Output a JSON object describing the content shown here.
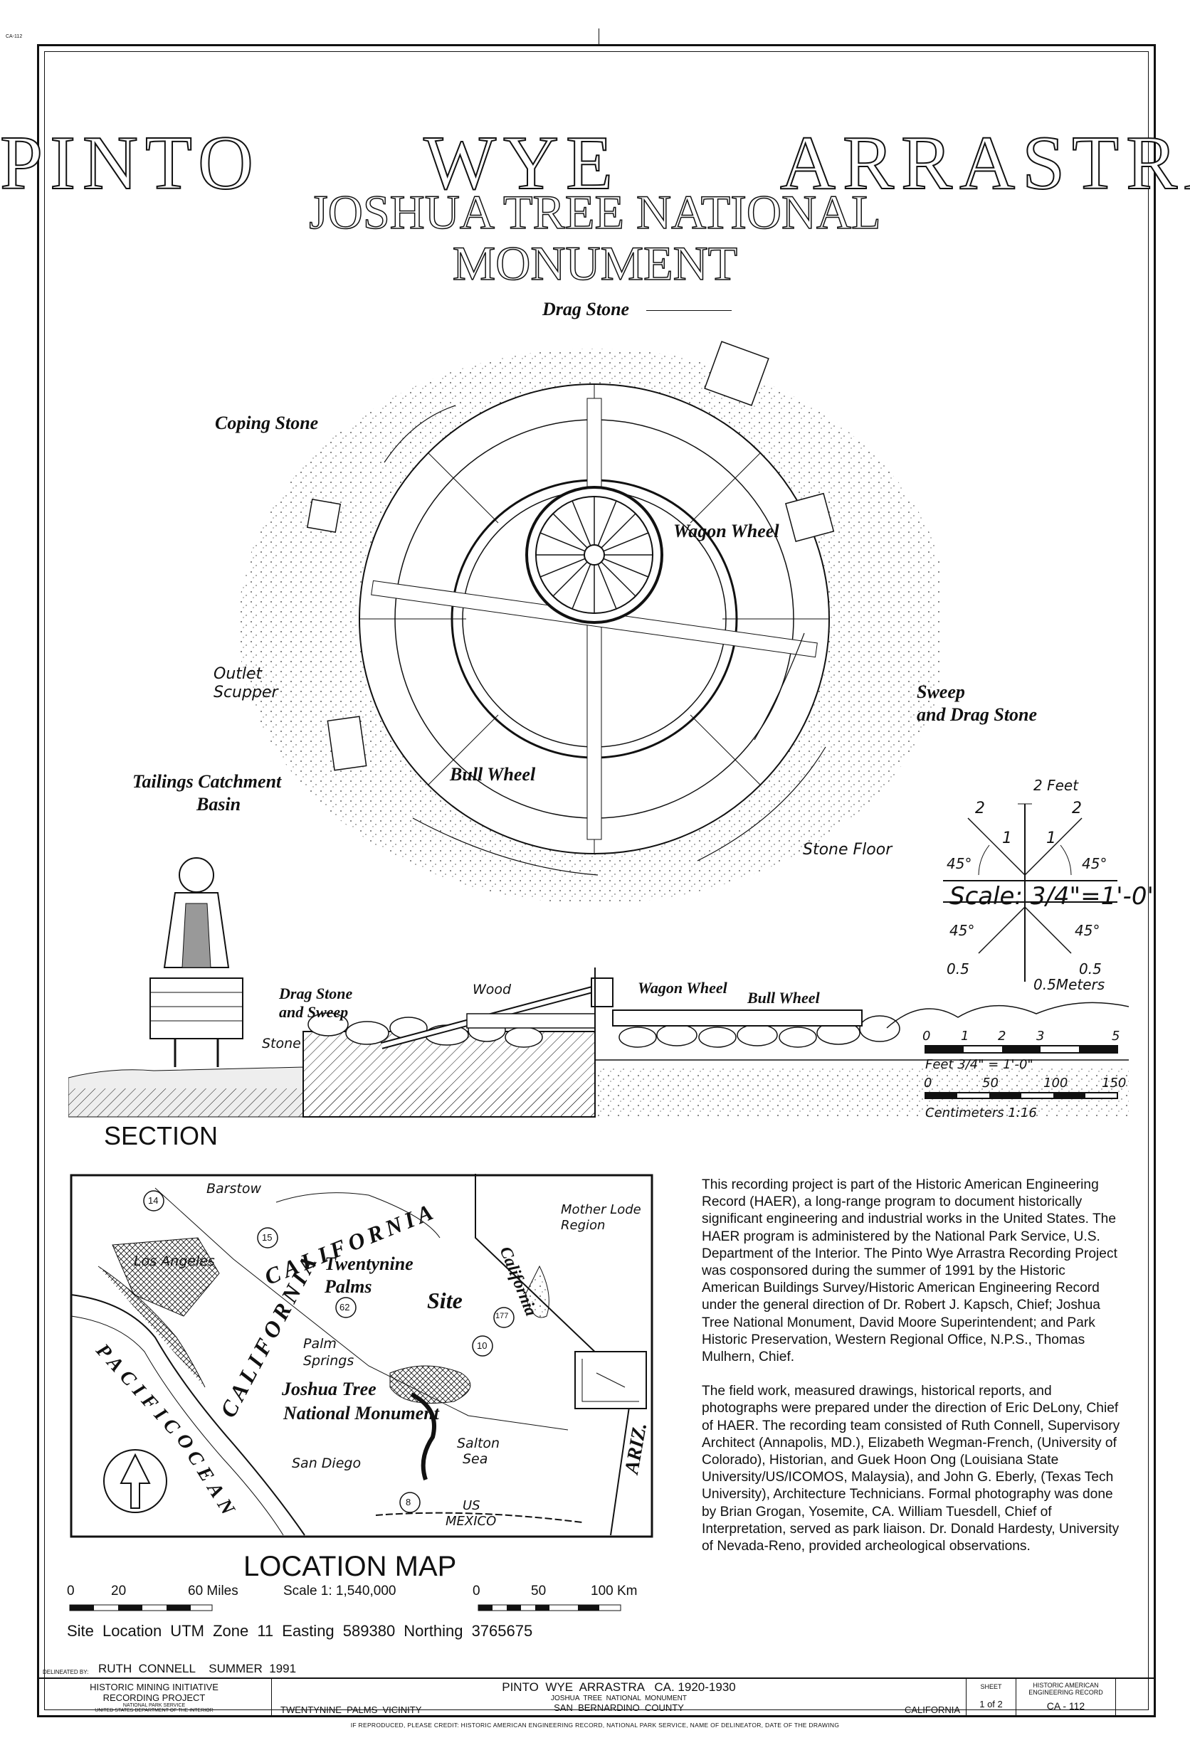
{
  "sheet": {
    "title_line1": "PINTO   WYE   ARRASTRA",
    "title_line2": "JOSHUA TREE NATIONAL",
    "title_line3": "MONUMENT",
    "corner_tag": "CA-112"
  },
  "plan_labels": {
    "drag_stone": "Drag Stone",
    "coping_stone": "Coping Stone",
    "wagon_wheel": "Wagon Wheel",
    "outlet_scupper_1": "Outlet",
    "outlet_scupper_2": "Scupper",
    "sweep_1": "Sweep",
    "sweep_2": "and Drag Stone",
    "tailings_1": "Tailings Catchment",
    "tailings_2": "Basin",
    "bull_wheel": "Bull Wheel",
    "stone_floor": "Stone Floor"
  },
  "section_labels": {
    "drag_stone_sweep_1": "Drag Stone",
    "drag_stone_sweep_2": "and Sweep",
    "wood": "Wood",
    "wagon_wheel": "Wagon Wheel",
    "bull_wheel": "Bull Wheel",
    "stone": "Stone",
    "section_title": "SECTION"
  },
  "scale_compass": {
    "top_label": "2 Feet",
    "l2": "2",
    "r2": "2",
    "l1": "1",
    "r1": "1",
    "l45": "45°",
    "r45": "45°",
    "scale_text": "Scale: 3/4\"=1'-0\"",
    "bl45": "45°",
    "br45": "45°",
    "bl05": "0.5",
    "br05": "0.5",
    "meters": "0.5Meters"
  },
  "bar_scale": {
    "feet_ticks": [
      "0",
      "1",
      "2",
      "3",
      "5"
    ],
    "feet_label": "Feet 3/4\" = 1'-0\"",
    "cm_ticks": [
      "0",
      "50",
      "100",
      "150"
    ],
    "cm_label": "Centimeters  1:16"
  },
  "location_map": {
    "title": "LOCATION MAP",
    "places": {
      "barstow": "Barstow",
      "los_angeles": "Los Angeles",
      "california_big": "CALIFORNIA",
      "california_arc": "CALIFORNIA",
      "twentynine": "Twentynine",
      "palms": "Palms",
      "site": "Site",
      "palm_springs_1": "Palm",
      "palm_springs_2": "Springs",
      "jt1": "Joshua Tree",
      "jt2": "National Monument",
      "salton_1": "Salton",
      "salton_2": "Sea",
      "san_diego": "San Diego",
      "pacific": "PACIFIC",
      "ocean": "OCEAN",
      "us": "US",
      "mexico": "MEXICO",
      "ariz": "ARIZ.",
      "california_state": "California",
      "mother_lode_1": "Mother Lode",
      "mother_lode_2": "Region"
    },
    "routes": [
      "14",
      "15",
      "62",
      "177",
      "10",
      "8"
    ],
    "scale_miles": [
      "0",
      "20",
      "60 Miles"
    ],
    "scale_ratio": "Scale  1: 1,540,000",
    "scale_km": [
      "0",
      "50",
      "100 Km"
    ],
    "utm": "Site Location  UTM  Zone 11  Easting  589380  Northing  3765675"
  },
  "description": {
    "p1": "This recording project is part of the Historic American Engineering Record (HAER), a long-range program to document historically significant engineering and industrial works in the United States. The HAER program is administered by the National Park Service, U.S. Department of the Interior. The Pinto Wye Arrastra Recording Project was cosponsored during the summer of 1991 by the Historic American Buildings Survey/Historic American Engineering Record under the general direction of Dr. Robert J. Kapsch, Chief; Joshua Tree National Monument, David Moore Superintendent; and Park Historic Preservation, Western Regional Office, N.P.S., Thomas Mulhern, Chief.",
    "p2": "The field work, measured drawings, historical reports, and photographs were prepared under the direction of Eric DeLony, Chief of HAER. The recording team consisted of Ruth Connell, Supervisory Architect (Annapolis, MD.), Elizabeth Wegman-French, (University of Colorado), Historian, and Guek Hoon Ong (Louisiana State University/US/ICOMOS, Malaysia), and John G. Eberly, (Texas Tech University), Architecture Technicians. Formal photography was done by Brian Grogan, Yosemite, CA. William Tuesdell, Chief of Interpretation, served as park liaison. Dr. Donald Hardesty, University of Nevada-Reno, provided archeological observations."
  },
  "title_block": {
    "delineated_label": "DELINEATED BY:",
    "delineated_value": "RUTH  CONNELL    SUMMER  1991",
    "org_1": "HISTORIC MINING INITIATIVE",
    "org_2": "RECORDING PROJECT",
    "org_3": "NATIONAL PARK SERVICE",
    "org_4": "UNITED STATES DEPARTMENT OF THE INTERIOR",
    "vicinity": "TWENTYNINE  PALMS  VICINITY",
    "name": "PINTO  WYE  ARRASTRA   CA. 1920-1930",
    "sub1": "JOSHUA  TREE  NATIONAL  MONUMENT",
    "sub2": "SAN  BERNARDINO  COUNTY",
    "state": "CALIFORNIA",
    "sheet_label": "SHEET",
    "sheet_value": "1 of 2",
    "haer_1": "HISTORIC AMERICAN",
    "haer_2": "ENGINEERING RECORD",
    "haer_no": "CA - 112",
    "credit": "IF REPRODUCED, PLEASE CREDIT: HISTORIC AMERICAN ENGINEERING RECORD, NATIONAL PARK SERVICE, NAME OF DELINEATOR, DATE OF THE DRAWING"
  }
}
